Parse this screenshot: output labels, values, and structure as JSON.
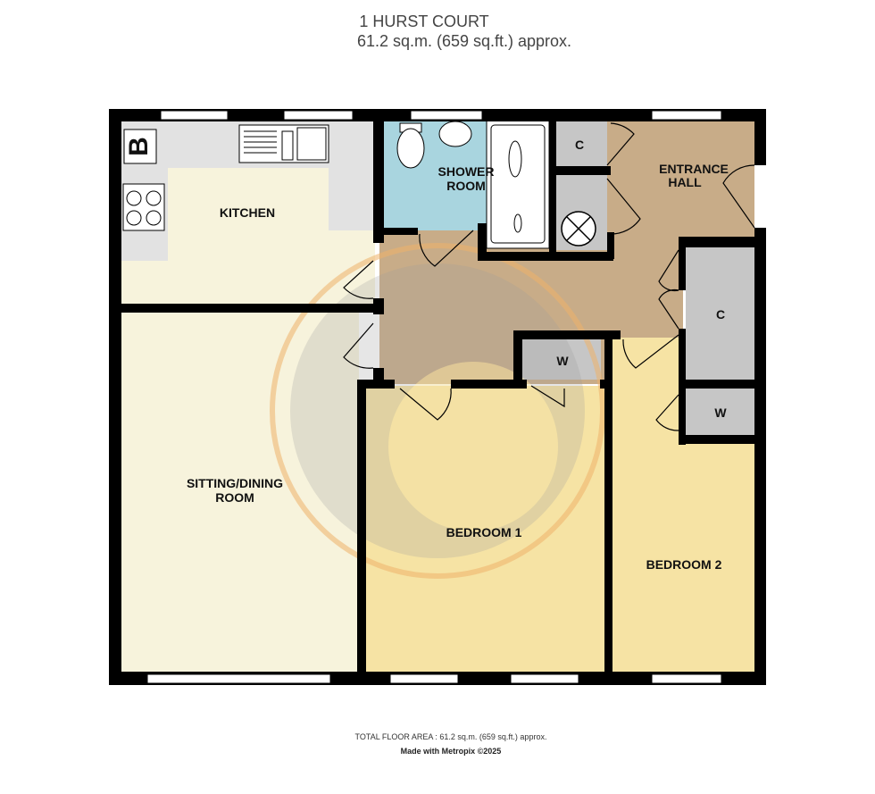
{
  "header": {
    "title": "1 HURST COURT",
    "subtitle": "61.2 sq.m. (659 sq.ft.) approx."
  },
  "rooms": {
    "kitchen": "KITCHEN",
    "shower_room": [
      "SHOWER",
      "ROOM"
    ],
    "entrance_hall": [
      "ENTRANCE",
      "HALL"
    ],
    "sitting_dining": [
      "SITTING/DINING",
      "ROOM"
    ],
    "bedroom1": "BEDROOM 1",
    "bedroom2": "BEDROOM 2",
    "cupboard_top": "C",
    "cupboard_right": "C",
    "wardrobe_bed1": "W",
    "wardrobe_bed2": "W",
    "boiler": "B"
  },
  "colors": {
    "kitchen_floor": "#f7f3dc",
    "counter": "#e2e2e2",
    "shower": "#a9d5df",
    "hall": "#c8ac88",
    "bedroom": "#f6e3a4",
    "cupboard": "#c6c6c6",
    "watermark_ring": "#efb36a"
  },
  "footer": {
    "total_area": "TOTAL FLOOR AREA : 61.2 sq.m. (659 sq.ft.) approx.",
    "credit": "Made with Metropix ©2025"
  }
}
